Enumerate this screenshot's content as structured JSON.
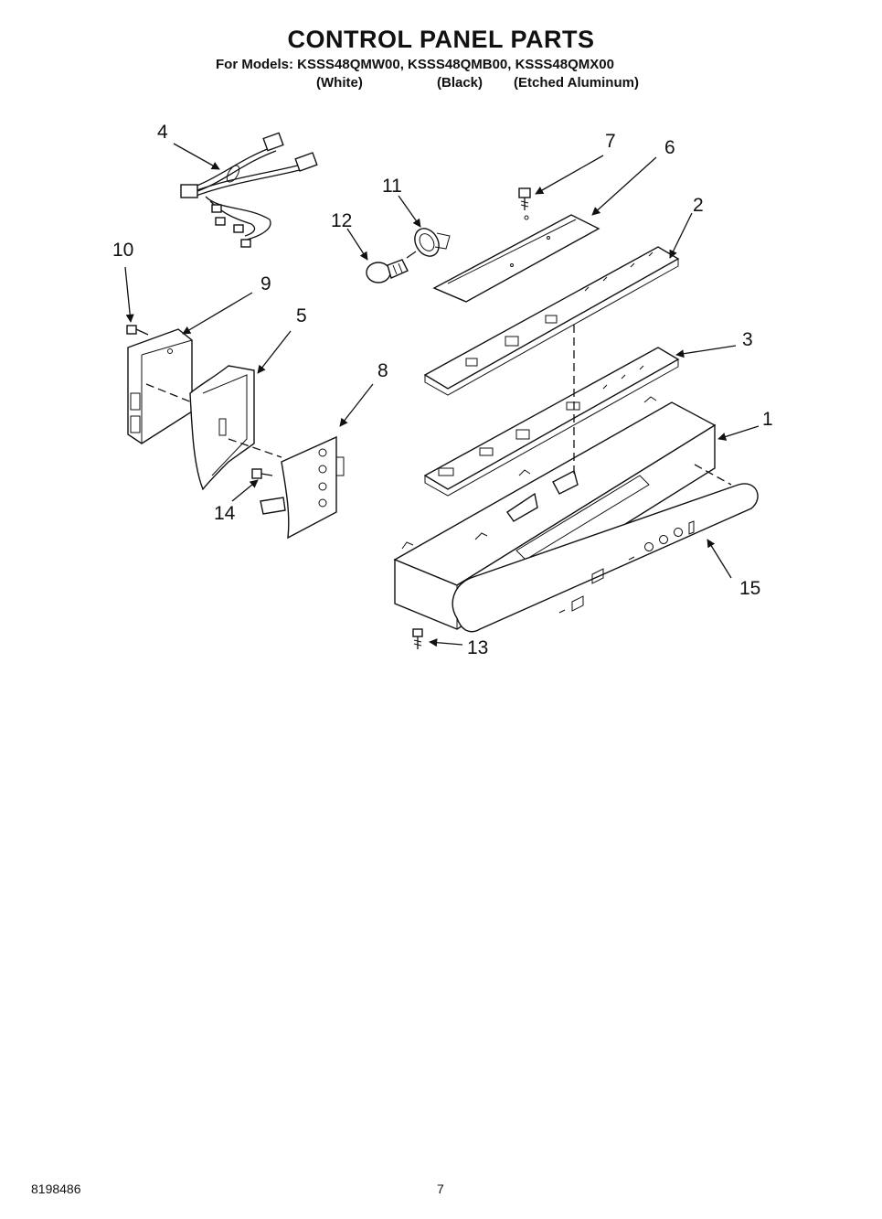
{
  "header": {
    "title": "CONTROL PANEL PARTS",
    "models_line": "For Models: KSSS48QMW00, KSSS48QMB00, KSSS48QMX00",
    "variants": [
      "(White)",
      "(Black)",
      "(Etched Aluminum)"
    ]
  },
  "callouts": {
    "c1": "1",
    "c2": "2",
    "c3": "3",
    "c4": "4",
    "c5": "5",
    "c6": "6",
    "c7": "7",
    "c8": "8",
    "c9": "9",
    "c10": "10",
    "c11": "11",
    "c12": "12",
    "c13": "13",
    "c14": "14",
    "c15": "15"
  },
  "footer": {
    "doc_number": "8198486",
    "page_number": "7"
  }
}
